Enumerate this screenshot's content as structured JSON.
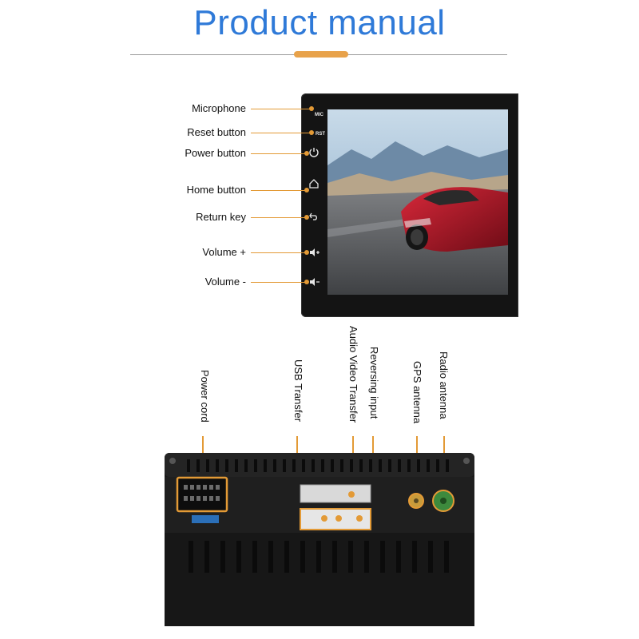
{
  "title": "Product manual",
  "front_panel": {
    "side_labels": {
      "mic": "MIC",
      "rst": "RST"
    },
    "callouts": [
      {
        "label": "Microphone",
        "icon": "microphone-hole"
      },
      {
        "label": "Reset button",
        "icon": "reset-hole"
      },
      {
        "label": "Power button",
        "icon": "power-icon"
      },
      {
        "label": "Home button",
        "icon": "home-icon"
      },
      {
        "label": "Return key",
        "icon": "return-icon"
      },
      {
        "label": "Volume +",
        "icon": "volume-up-icon"
      },
      {
        "label": "Volume -",
        "icon": "volume-down-icon"
      }
    ]
  },
  "rear_panel": {
    "callouts": [
      {
        "label": "Power cord"
      },
      {
        "label": "USB Transfer"
      },
      {
        "label": "Audio Video Transfer"
      },
      {
        "label": "Reversing input"
      },
      {
        "label": "GPS antenna"
      },
      {
        "label": "Radio antenna"
      }
    ]
  },
  "colors": {
    "title": "#2f7ad8",
    "accent": "#e39a36",
    "device": "#141414"
  }
}
